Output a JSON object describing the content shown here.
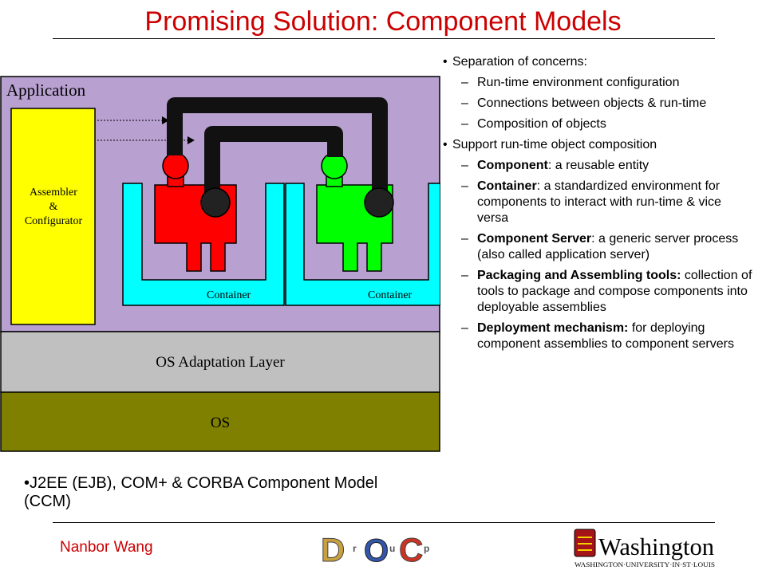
{
  "title": "Promising Solution: Component Models",
  "diagram": {
    "application_label": "Application",
    "assembler_line1": "Assembler",
    "assembler_amp": "&",
    "assembler_line2": "Configurator",
    "container_left": "Container",
    "container_right": "Container",
    "os_adaptation": "OS Adaptation Layer",
    "os": "OS"
  },
  "bullets": [
    {
      "text": "Separation of concerns:",
      "sub": [
        {
          "text": "Run-time environment configuration"
        },
        {
          "text": "Connections between objects & run-time"
        },
        {
          "text": "Composition of objects"
        }
      ]
    },
    {
      "text": "Support run-time object composition",
      "sub": [
        {
          "bold": "Component",
          "rest": ": a reusable entity"
        },
        {
          "bold": "Container",
          "rest": ": a standardized environment for components to interact with run-time & vice versa"
        },
        {
          "bold": "Component Server",
          "rest": ": a generic server process (also called application server)"
        },
        {
          "bold": "Packaging and Assembling tools:",
          "rest": " collection of tools to package and compose components into deployable assemblies"
        },
        {
          "bold": "Deployment mechanism:",
          "rest": " for deploying component assemblies to component servers"
        }
      ]
    }
  ],
  "bottom_bullet": "•J2EE (EJB), COM+ & CORBA Component Model (CCM)",
  "footer": {
    "author": "Nanbor Wang",
    "doc_group_letters": [
      "D",
      "r",
      "O",
      "u",
      "C",
      "p"
    ],
    "washington_logo": "Washington",
    "washington_sub": "WASHINGTON·UNIVERSITY·IN·ST·LOUIS"
  },
  "colors": {
    "title": "#cc0000",
    "application_bg": "#b8a0d0",
    "assembler_bg": "#ffff00",
    "container_bg": "#00ffff",
    "component_left": "#ff0000",
    "component_right": "#00ff00",
    "os_adaptation_bg": "#c0c0c0",
    "os_bg": "#808000"
  }
}
